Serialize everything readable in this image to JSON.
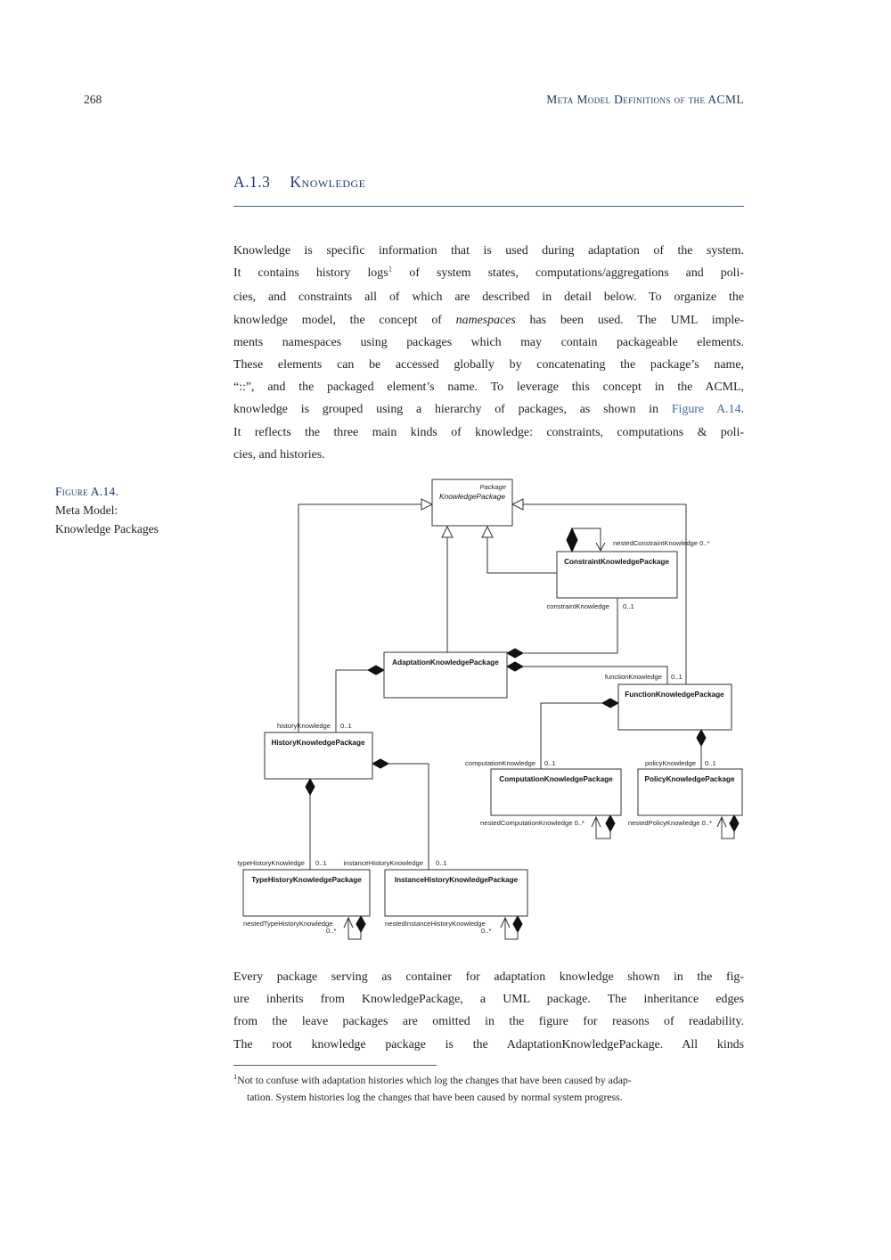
{
  "page": {
    "number": "268",
    "running_header": "Meta Model Definitions of the ACML"
  },
  "section": {
    "number": "A.1.3",
    "title": "Knowledge"
  },
  "body": {
    "p1": {
      "l1": "Knowledge is specific information that is used during adaptation of the system.",
      "l2a": "It contains history logs",
      "l2sup": "1",
      "l2b": " of system states, computations/aggregations and poli-",
      "l3": "cies, and constraints all of which are described in detail below. To organize the",
      "l4a": "knowledge model, the concept of ",
      "l4i": "namespaces",
      "l4b": " has been used. The UML imple-",
      "l5": "ments namespaces using packages which may contain packageable elements.",
      "l6": "These elements can be accessed globally by concatenating the package’s name,",
      "l7": "“::”, and the packaged element’s name. To leverage this concept in the ACML,",
      "l8a": "knowledge is grouped using a hierarchy of packages, as shown in ",
      "l8link": "Figure A.14",
      "l8b": ".",
      "l9": "It reflects the three main kinds of knowledge: constraints, computations & poli-",
      "l10": "cies, and histories."
    },
    "p2": {
      "l1": "Every package serving as container for adaptation knowledge shown in the fig-",
      "l2": "ure inherits from KnowledgePackage, a UML package. The inheritance edges",
      "l3": "from the leave packages are omitted in the figure for reasons of readability.",
      "l4": "The root knowledge package is the AdaptationKnowledgePackage. All kinds"
    }
  },
  "figure_caption": {
    "label": "Figure A.14.",
    "line1": "Meta Model:",
    "line2": "Knowledge Packages"
  },
  "footnote": {
    "marker": "1",
    "l1": "Not to confuse with adaptation histories which log the changes that have been caused by adap-",
    "l2": "tation. System histories log the changes that have been caused by normal system progress."
  },
  "diagram": {
    "boxes": {
      "knowledge_package": {
        "stereotype": "Package",
        "name": "KnowledgePackage"
      },
      "constraint": "ConstraintKnowledgePackage",
      "adaptation": "AdaptationKnowledgePackage",
      "function": "FunctionKnowledgePackage",
      "history": "HistoryKnowledgePackage",
      "computation": "ComputationKnowledgePackage",
      "policy": "PolicyKnowledgePackage",
      "type_history": "TypeHistoryKnowledgePackage",
      "instance_history": "InstanceHistoryKnowledgePackage"
    },
    "labels": {
      "nested_constraint": "nestedConstraintKnowledge 0..*",
      "constraint_role": "constraintKnowledge",
      "constraint_mult": "0..1",
      "function_role": "functionKnowledge",
      "function_mult": "0..1",
      "history_role": "historyKnowledge",
      "history_mult": "0..1",
      "computation_role": "computationKnowledge",
      "computation_mult": "0..1",
      "policy_role": "policyKnowledge",
      "policy_mult": "0..1",
      "type_role": "typeHistoryKnowledge",
      "type_mult": "0..1",
      "instance_role": "instanceHistoryKnowledge",
      "instance_mult": "0..1",
      "nested_computation": "nestedComputationKnowledge 0..*",
      "nested_policy": "nestedPolicyKnowledge 0..*",
      "nested_type": "nestedTypeHistoryKnowledge",
      "nested_type_mult": "0..*",
      "nested_instance": "nestedInstanceHistoryKnowledge",
      "nested_instance_mult": "0..*"
    }
  },
  "colors": {
    "heading": "#203864",
    "heading_rule": "#46639c",
    "link": "#44659e",
    "body_text": "#1f1f1f",
    "diagram_stroke": "#333333"
  }
}
